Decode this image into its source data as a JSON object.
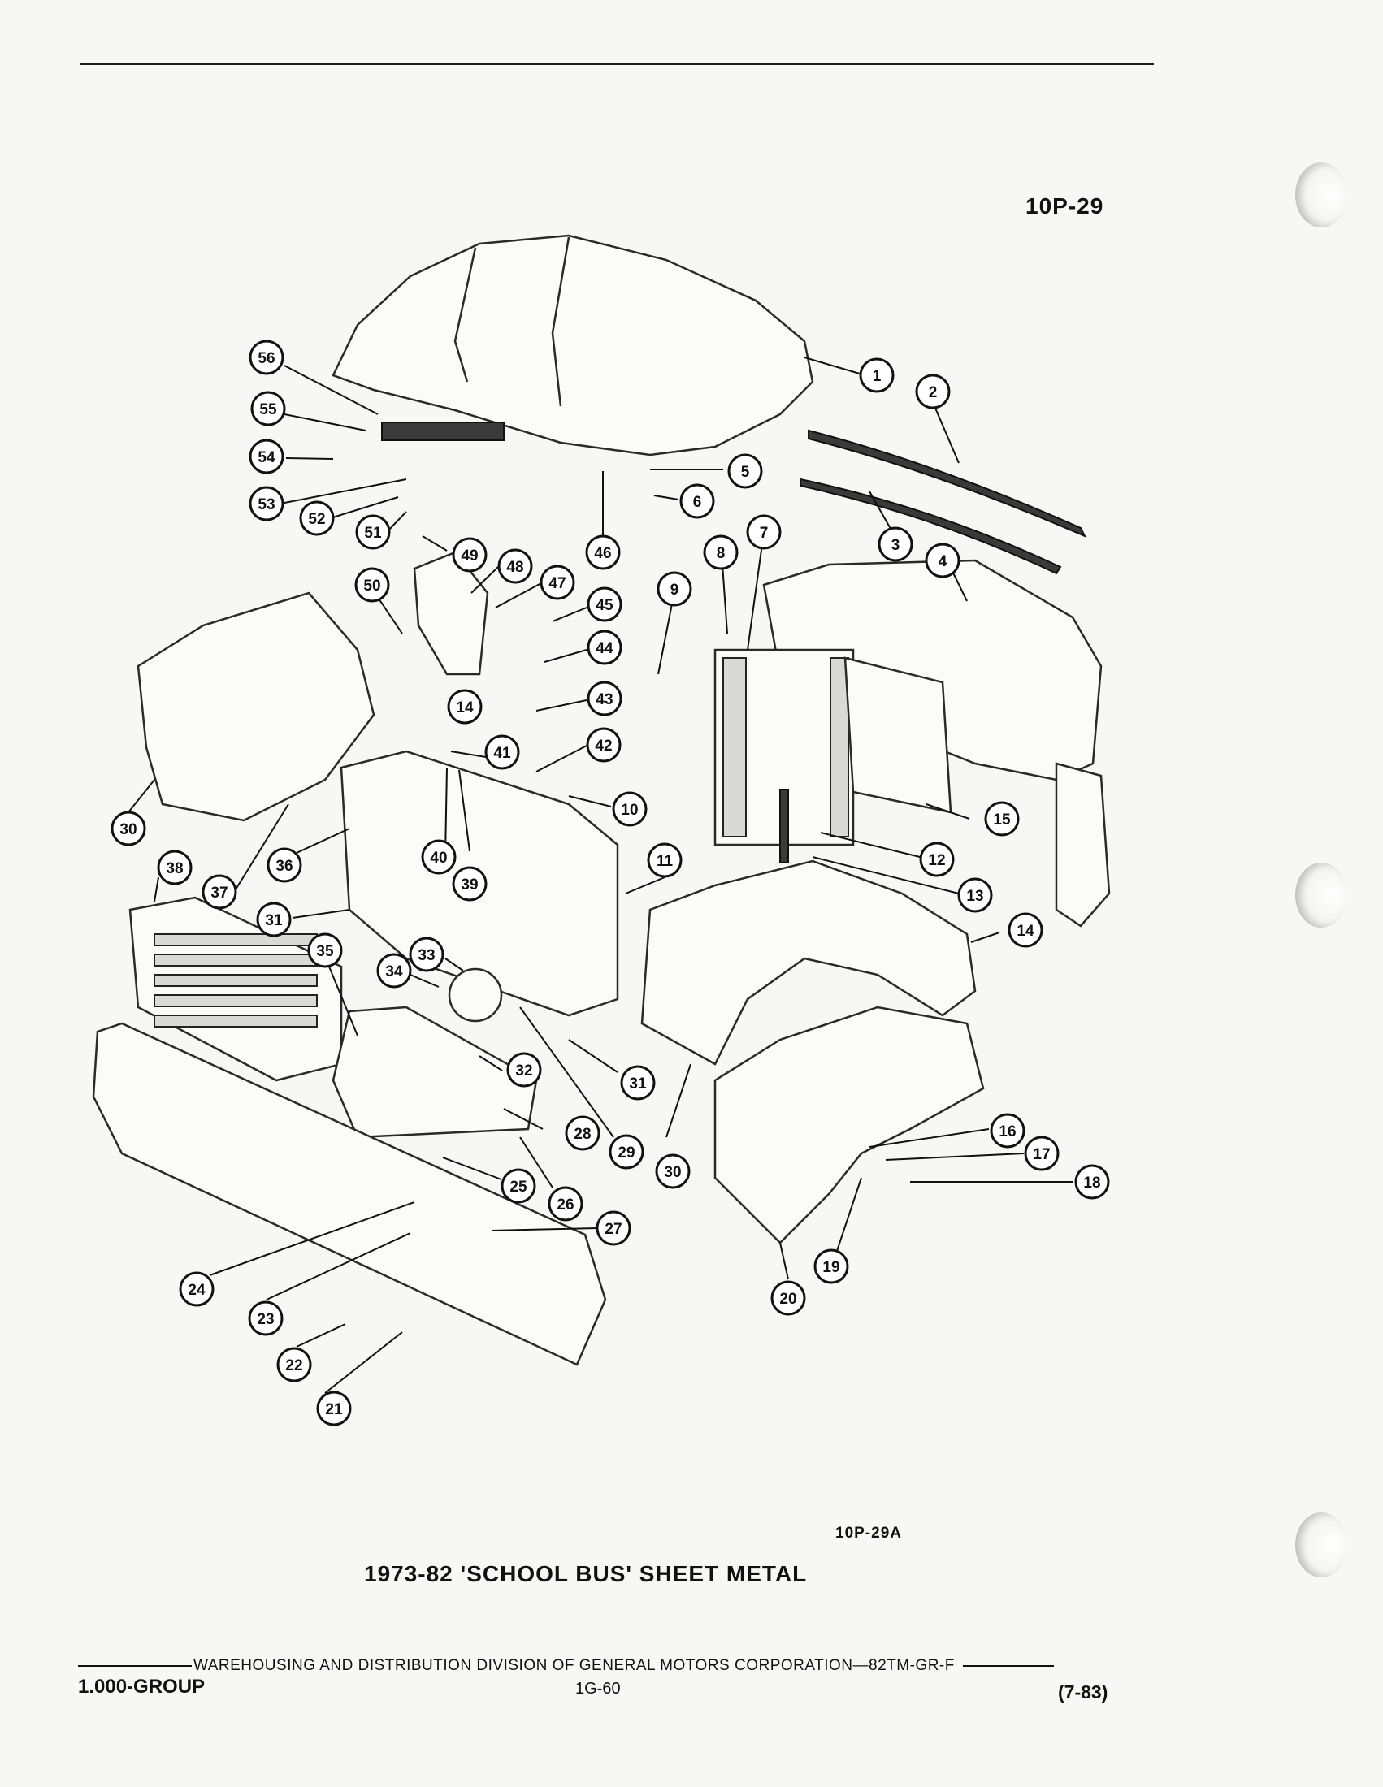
{
  "header": {
    "page_ref": "10P-29"
  },
  "figure": {
    "id": "10P-29A",
    "caption": "1973-82 'SCHOOL BUS' SHEET METAL",
    "callouts": [
      "1",
      "2",
      "3",
      "4",
      "5",
      "6",
      "7",
      "8",
      "9",
      "10",
      "11",
      "12",
      "13",
      "14",
      "14",
      "15",
      "16",
      "17",
      "18",
      "19",
      "20",
      "21",
      "22",
      "23",
      "24",
      "25",
      "26",
      "27",
      "28",
      "29",
      "30",
      "30",
      "31",
      "31",
      "32",
      "33",
      "34",
      "35",
      "36",
      "37",
      "38",
      "39",
      "40",
      "41",
      "42",
      "43",
      "44",
      "45",
      "46",
      "47",
      "48",
      "49",
      "50",
      "51",
      "52",
      "53",
      "54",
      "55",
      "56"
    ]
  },
  "footer": {
    "publisher": "WAREHOUSING AND DISTRIBUTION  DIVISION OF GENERAL MOTORS CORPORATION—82TM-GR-F",
    "group": "1.000-GROUP",
    "page_number": "1G-60",
    "revision": "(7-83)"
  }
}
